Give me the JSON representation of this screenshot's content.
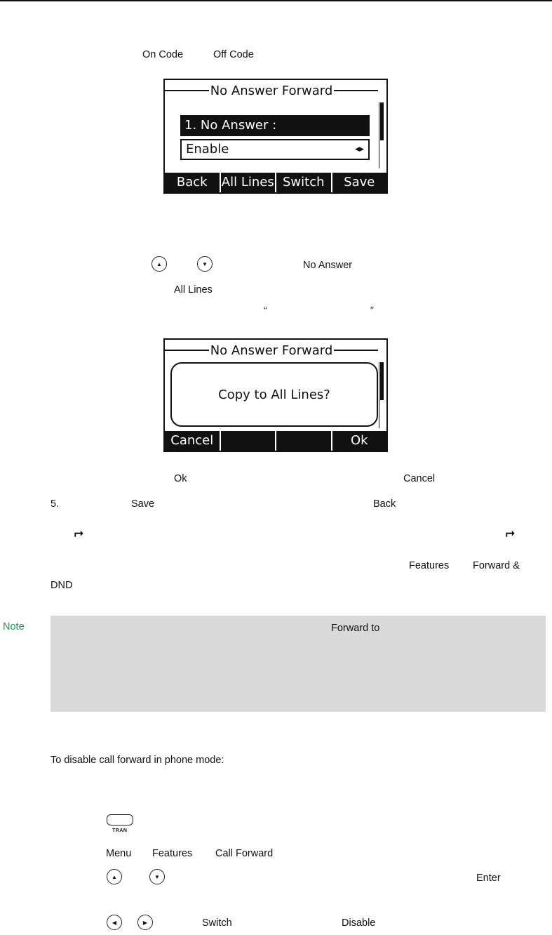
{
  "step_top": {
    "on_code": "On Code",
    "off_code": "Off Code"
  },
  "screen1": {
    "title": "No Answer Forward",
    "selected_row": "1. No Answer :",
    "field_value": "Enable",
    "field_arrows": "◂▸",
    "softkeys": [
      "Back",
      "All Lines",
      "Switch",
      "Save"
    ]
  },
  "step_keys": {
    "no_answer": "No Answer",
    "all_lines": "All Lines",
    "quote_open": "“",
    "quote_close": "”"
  },
  "screen2": {
    "title": "No Answer Forward",
    "dialog_text": "Copy to All Lines?",
    "softkeys": [
      "Cancel",
      "",
      "",
      "Ok"
    ]
  },
  "step_ok": {
    "ok": "Ok",
    "cancel": "Cancel"
  },
  "step5": {
    "number": "5.",
    "save": "Save",
    "back": "Back"
  },
  "icons": {
    "forward": "forward-icon",
    "up": "up-key-icon",
    "down": "down-key-icon",
    "left": "left-key-icon",
    "right": "right-key-icon",
    "tran": "tran-key-icon"
  },
  "features_path": {
    "features": "Features",
    "forward_dnd_1": "Forward &",
    "forward_dnd_2": "DND"
  },
  "note": {
    "label": "Note",
    "forward_to": "Forward to"
  },
  "disable_heading": "To disable call forward in phone mode:",
  "disable_steps": {
    "tran_label": "TRAN",
    "menu": "Menu",
    "features": "Features",
    "call_forward": "Call Forward",
    "enter": "Enter",
    "switch": "Switch",
    "disable": "Disable"
  },
  "colors": {
    "note_label": "#2e8b57",
    "note_bg": "#d9d9d9",
    "lcd_ink": "#111111"
  }
}
